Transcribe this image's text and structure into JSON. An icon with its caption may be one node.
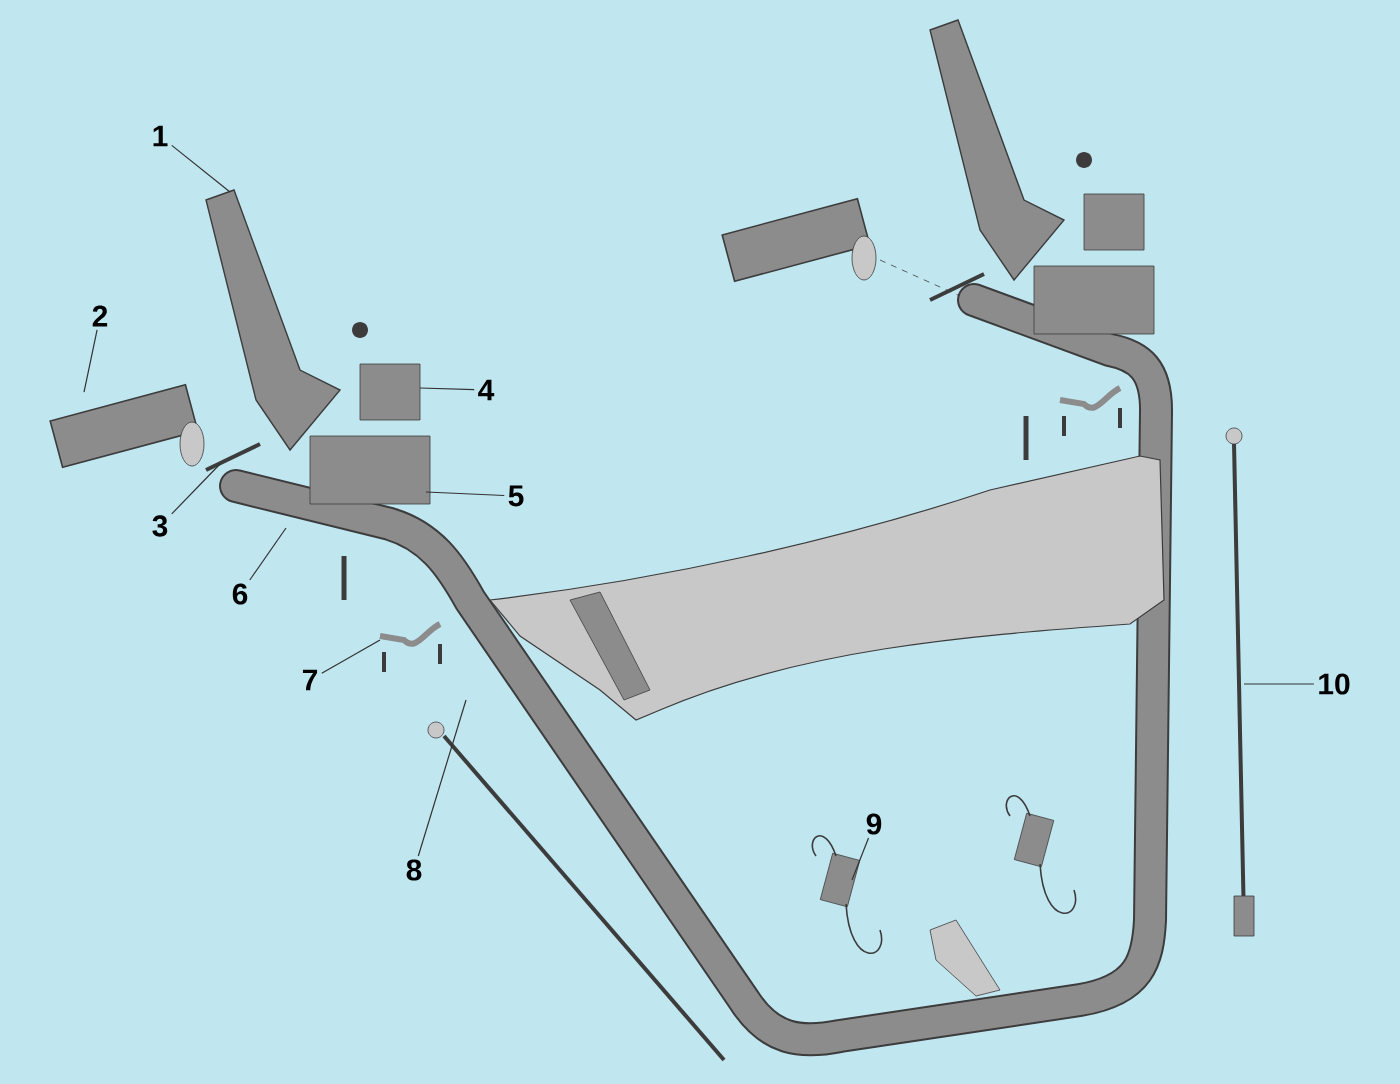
{
  "diagram": {
    "nodes": [
      {
        "text": [
          "1"
        ]
      },
      {
        "text": [
          "2"
        ]
      },
      {
        "text": [
          "3"
        ]
      },
      {
        "text": [
          "4"
        ]
      },
      {
        "text": [
          "5"
        ]
      },
      {
        "text": [
          "6"
        ]
      },
      {
        "text": [
          "7"
        ]
      },
      {
        "text": [
          "8"
        ]
      },
      {
        "text": [
          "9"
        ]
      },
      {
        "text": [
          "10"
        ]
      }
    ],
    "edges": [
      {
        "from": 0,
        "to": null,
        "arrow": "none"
      },
      {
        "from": 1,
        "to": null,
        "arrow": "none"
      },
      {
        "from": 2,
        "to": null,
        "arrow": "none"
      },
      {
        "from": 3,
        "to": null,
        "arrow": "none"
      },
      {
        "from": 4,
        "to": null,
        "arrow": "none"
      },
      {
        "from": 5,
        "to": null,
        "arrow": "none"
      },
      {
        "from": 6,
        "to": null,
        "arrow": "none"
      },
      {
        "from": 7,
        "to": null,
        "arrow": "none"
      },
      {
        "from": 8,
        "to": null,
        "arrow": "none"
      },
      {
        "from": 9,
        "to": null,
        "arrow": "none"
      }
    ]
  }
}
